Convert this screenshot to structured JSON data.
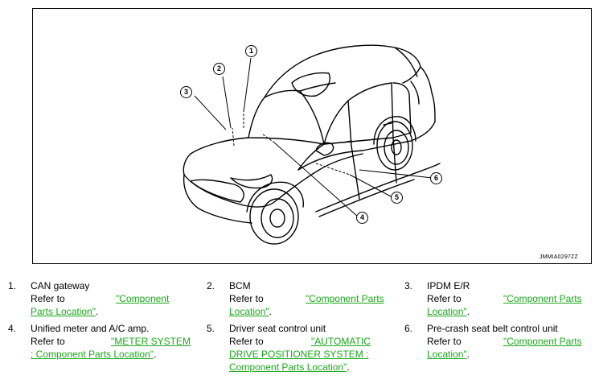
{
  "figure": {
    "figure_id": "JMMIA0297ZZ",
    "callouts": [
      "1",
      "2",
      "3",
      "4",
      "5",
      "6"
    ]
  },
  "ref_prefix": "Refer to",
  "items": [
    {
      "num": "1.",
      "title": "CAN gateway",
      "link_lines": [
        "\"Component",
        "Parts Location\""
      ],
      "suffix": "."
    },
    {
      "num": "2.",
      "title": "BCM",
      "link_lines": [
        "\"Component Parts",
        "Location\""
      ],
      "suffix": "."
    },
    {
      "num": "3.",
      "title": "IPDM E/R",
      "link_lines": [
        "\"Component Parts",
        "Location\""
      ],
      "suffix": "."
    },
    {
      "num": "4.",
      "title": "Unified meter and A/C amp.",
      "link_lines": [
        "\"METER SYSTEM",
        ": Component Parts Location\""
      ],
      "suffix": "."
    },
    {
      "num": "5.",
      "title": "Driver seat control unit",
      "link_lines": [
        "\"AUTOMATIC",
        "DRIVE POSITIONER SYSTEM :",
        "Component Parts Location\""
      ],
      "suffix": "."
    },
    {
      "num": "6.",
      "title": "Pre-crash seat belt control unit",
      "link_lines": [
        "\"Component Parts",
        "Location\""
      ],
      "suffix": "."
    }
  ]
}
